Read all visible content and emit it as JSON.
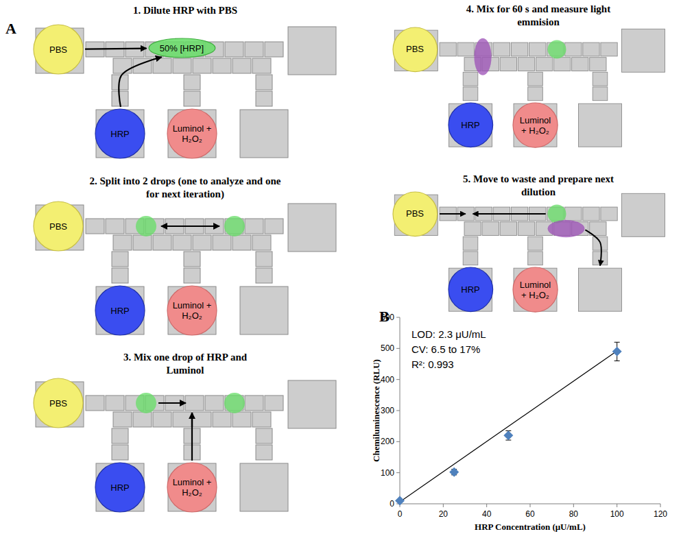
{
  "diagram": {
    "nodes": [
      {
        "text": [
          "PBS"
        ]
      },
      {
        "text": [
          "50% [HRP]"
        ]
      },
      {
        "text": [
          "HRP"
        ]
      },
      {
        "text": [
          "Luminol + H₂O₂"
        ]
      },
      {
        "text": [
          "PBS"
        ]
      },
      {
        "text": [
          "HRP"
        ]
      },
      {
        "text": [
          "Luminol + H₂O₂"
        ]
      },
      {
        "text": [
          "PBS"
        ]
      },
      {
        "text": [
          "HRP"
        ]
      },
      {
        "text": [
          "Luminol + H₂O₂"
        ]
      },
      {
        "text": [
          "PBS"
        ]
      },
      {
        "text": [
          "HRP"
        ]
      },
      {
        "text": [
          "Luminol + H₂O₂"
        ]
      },
      {
        "text": [
          "PBS"
        ]
      },
      {
        "text": [
          "HRP"
        ]
      },
      {
        "text": [
          "Luminol + H₂O₂"
        ]
      }
    ],
    "edges": [
      {
        "from": 0,
        "to": 1,
        "arrow": "to"
      },
      {
        "from": 2,
        "to": 1,
        "arrow": "to"
      }
    ],
    "labels": [
      "A",
      "1. Dilute HRP with PBS",
      "2. Split into 2 drops (one to analyze and one for next iteration)",
      "3. Mix one drop of HRP and Luminol",
      "4. Mix for 60 s and measure light emmision",
      "5. Move to waste and prepare next dilution",
      "B",
      "LOD: 2.3 μU/mL",
      "CV: 6.5 to 17%",
      "R²: 0.993",
      "0",
      "100",
      "200",
      "300",
      "400",
      "500",
      "600",
      "0",
      "20",
      "40",
      "60",
      "80",
      "100",
      "120",
      "Chemiluminescence (RLU)",
      "HRP Concentration (μU/mL)"
    ]
  }
}
